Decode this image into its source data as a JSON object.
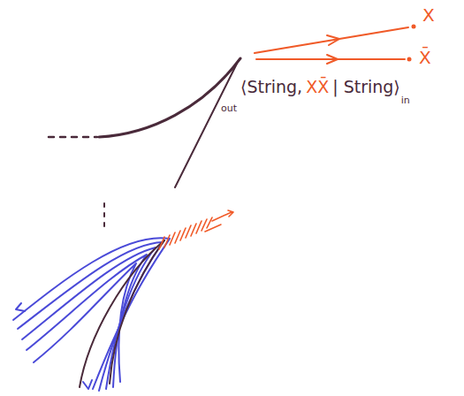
{
  "diagram": {
    "labels": [
      "X",
      "X̄",
      "out",
      "⟨String,",
      "XX̄",
      "| String⟩",
      "in"
    ]
  }
}
